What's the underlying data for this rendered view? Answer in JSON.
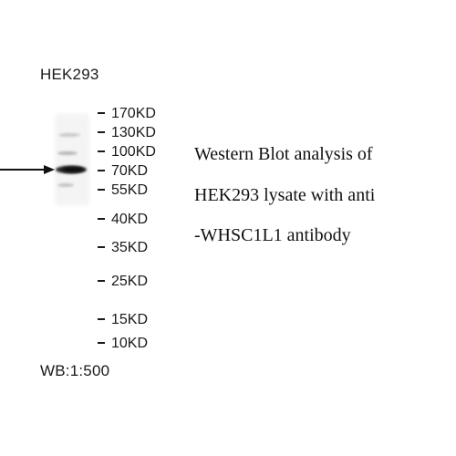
{
  "sample_label": "HEK293",
  "markers": [
    {
      "label": "170KD",
      "kd": 170
    },
    {
      "label": "130KD",
      "kd": 130
    },
    {
      "label": "100KD",
      "kd": 100
    },
    {
      "label": "70KD",
      "kd": 70
    },
    {
      "label": "55KD",
      "kd": 55
    },
    {
      "label": "40KD",
      "kd": 40
    },
    {
      "label": "35KD",
      "kd": 35
    },
    {
      "label": "25KD",
      "kd": 25
    },
    {
      "label": "15KD",
      "kd": 15
    },
    {
      "label": "10KD",
      "kd": 10
    }
  ],
  "caption_lines": [
    "Western Blot analysis of",
    "HEK293 lysate with anti",
    "-WHSC1L1 antibody"
  ],
  "dilution": "WB:1:500"
}
